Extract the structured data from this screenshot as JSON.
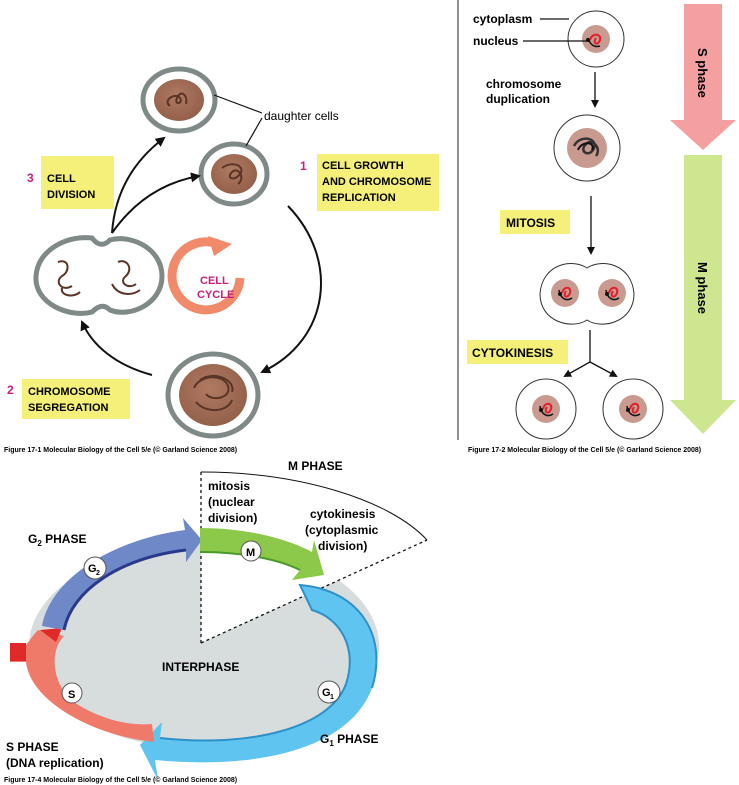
{
  "fig1": {
    "daughter_cells": "daughter cells",
    "step1_num": "1",
    "step1_line1": "CELL GROWTH",
    "step1_line2": "AND CHROMOSOME",
    "step1_line3": "REPLICATION",
    "step2_num": "2",
    "step2_line1": "CHROMOSOME",
    "step2_line2": "SEGREGATION",
    "step3_num": "3",
    "step3_line1": "CELL",
    "step3_line2": "DIVISION",
    "center_line1": "CELL",
    "center_line2": "CYCLE",
    "caption": "Figure 17-1  Molecular Biology of the Cell 5/e (© Garland Science 2008)"
  },
  "fig2": {
    "cytoplasm": "cytoplasm",
    "nucleus": "nucleus",
    "dup_line1": "chromosome",
    "dup_line2": "duplication",
    "mitosis": "MITOSIS",
    "cytokinesis": "CYTOKINESIS",
    "s_phase": "S phase",
    "m_phase": "M phase",
    "caption": "Figure 17-2  Molecular Biology of the Cell 5/e (© Garland Science 2008)"
  },
  "fig3": {
    "m_phase": "M PHASE",
    "mitosis_line1": "mitosis",
    "mitosis_line2": "(nuclear",
    "mitosis_line3": "division)",
    "cyto_line1": "cytokinesis",
    "cyto_line2": "(cytoplasmic",
    "cyto_line3": "division)",
    "g2_phase": "G",
    "g2_sub": "2",
    "g2_phase_word": " PHASE",
    "g2_badge": "G",
    "g2_badge_sub": "2",
    "m_badge": "M",
    "interphase": "INTERPHASE",
    "s_badge": "S",
    "g1_badge": "G",
    "g1_badge_sub": "1",
    "s_phase_line1": "S PHASE",
    "s_phase_line2": "(DNA replication)",
    "g1_phase": "G",
    "g1_sub": "1",
    "g1_phase_word": " PHASE",
    "caption": "Figure 17-4  Molecular Biology of the Cell 5/e (© Garland Science 2008)"
  },
  "colors": {
    "label_box": "#f5f07a",
    "step_number": "#c8207a",
    "cell_ring": "#7f8a88",
    "nucleus_brown": "#a06a52",
    "cycle_arrow": "#f08a6a",
    "s_arrow": "#f4a0a0",
    "m_arrow": "#cfe690",
    "g1_blue": "#5fc4f0",
    "g2_blue": "#6e88c8",
    "m_green": "#8cc84a",
    "s_red": "#f07a6a",
    "interphase_gray": "#d7dcdc"
  }
}
